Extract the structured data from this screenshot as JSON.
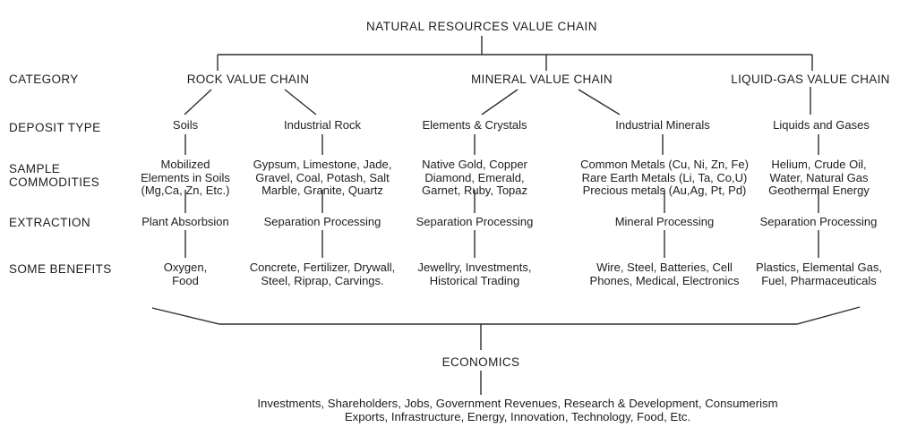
{
  "page": {
    "background": "#ffffff",
    "text_color": "#1d1d1d",
    "line_color": "#2e2e2e"
  },
  "diagram": {
    "title": "NATURAL RESOURCES VALUE CHAIN",
    "row_labels": {
      "category": "CATEGORY",
      "deposit_type": "DEPOSIT TYPE",
      "sample_commodities": [
        "SAMPLE",
        "COMMODITIES"
      ],
      "extraction": "EXTRACTION",
      "some_benefits": "SOME BENEFITS"
    },
    "categories": [
      {
        "label": "ROCK VALUE CHAIN"
      },
      {
        "label": "MINERAL VALUE CHAIN"
      },
      {
        "label": "LIQUID-GAS VALUE CHAIN"
      }
    ],
    "columns": [
      {
        "deposit_type": "Soils",
        "commodities": [
          "Mobilized",
          "Elements in Soils",
          "(Mg,Ca, Zn, Etc.)"
        ],
        "extraction": "Plant Absorbsion",
        "benefits": [
          "Oxygen,",
          "Food"
        ]
      },
      {
        "deposit_type": "Industrial Rock",
        "commodities": [
          "Gypsum, Limestone, Jade,",
          "Gravel, Coal, Potash, Salt",
          "Marble, Granite, Quartz"
        ],
        "extraction": "Separation Processing",
        "benefits": [
          "Concrete, Fertilizer, Drywall,",
          "Steel, Riprap, Carvings."
        ]
      },
      {
        "deposit_type": "Elements & Crystals",
        "commodities": [
          "Native Gold, Copper",
          "Diamond, Emerald,",
          "Garnet, Ruby, Topaz"
        ],
        "extraction": "Separation Processing",
        "benefits": [
          "Jewellry, Investments,",
          "Historical Trading"
        ]
      },
      {
        "deposit_type": "Industrial Minerals",
        "commodities": [
          "Common Metals (Cu, Ni, Zn, Fe)",
          "Rare Earth Metals (Li, Ta, Co,U)",
          "Precious metals (Au,Ag, Pt, Pd)"
        ],
        "extraction": "Mineral Processing",
        "benefits": [
          "Wire, Steel, Batteries, Cell",
          "Phones, Medical, Electronics"
        ]
      },
      {
        "deposit_type": "Liquids and Gases",
        "commodities": [
          "Helium, Crude Oil,",
          "Water, Natural Gas",
          "Geothermal Energy"
        ],
        "extraction": "Separation Processing",
        "benefits": [
          "Plastics, Elemental Gas,",
          "Fuel, Pharmaceuticals"
        ]
      }
    ],
    "economics": {
      "label": "ECONOMICS",
      "items": [
        "Investments, Shareholders, Jobs, Government Revenues, Research & Development, Consumerism",
        "Exports, Infrastructure, Energy, Innovation, Technology, Food, Etc."
      ]
    }
  }
}
